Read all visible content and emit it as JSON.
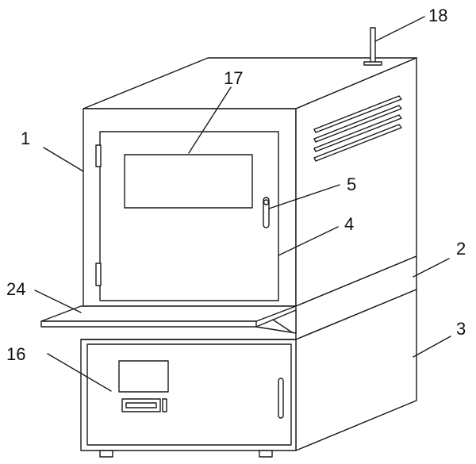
{
  "labels": {
    "l1": "1",
    "l2": "2",
    "l3": "3",
    "l4": "4",
    "l5": "5",
    "l16": "16",
    "l17": "17",
    "l18": "18",
    "l24": "24"
  }
}
